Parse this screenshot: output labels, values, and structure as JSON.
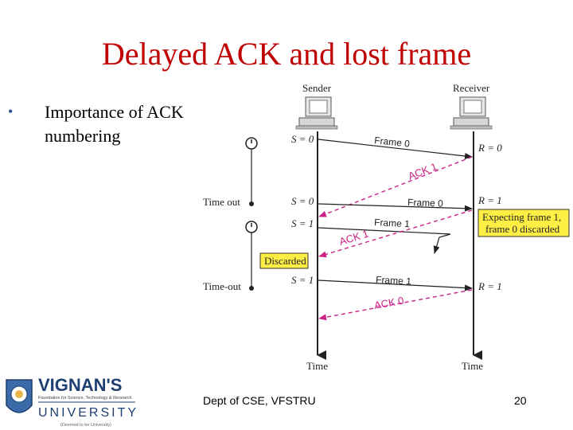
{
  "slide": {
    "title": "Delayed ACK and lost frame",
    "bullet": "Importance of ACK numbering",
    "footer": "Dept of CSE, VFSTRU",
    "page_number": "20"
  },
  "logo": {
    "name": "VIGNAN'S",
    "tagline": "Foundation for Science, Technology & Research",
    "word": "UNIVERSITY",
    "note": "(Deemed to be University)"
  },
  "diagram": {
    "sender_label": "Sender",
    "receiver_label": "Receiver",
    "time_label_sender": "Time",
    "time_label_receiver": "Time",
    "timeout_1": "Time out",
    "timeout_2": "Time-out",
    "s_labels": [
      "S = 0",
      "S = 0",
      "S = 1",
      "S = 1"
    ],
    "r_labels": [
      "R = 0",
      "R = 1",
      "R = 1"
    ],
    "frames": [
      "Frame 0",
      "Frame 0",
      "Frame 1",
      "Frame 1"
    ],
    "acks": [
      "ACK 1",
      "ACK 1",
      "ACK 0"
    ],
    "discarded_box": "Discarded",
    "expecting_box_line1": "Expecting frame 1,",
    "expecting_box_line2": "frame 0 discarded",
    "colors": {
      "title": "#c00000",
      "ack": "#cc2288",
      "note_fill": "#ffee44",
      "note_border": "#333333"
    }
  }
}
